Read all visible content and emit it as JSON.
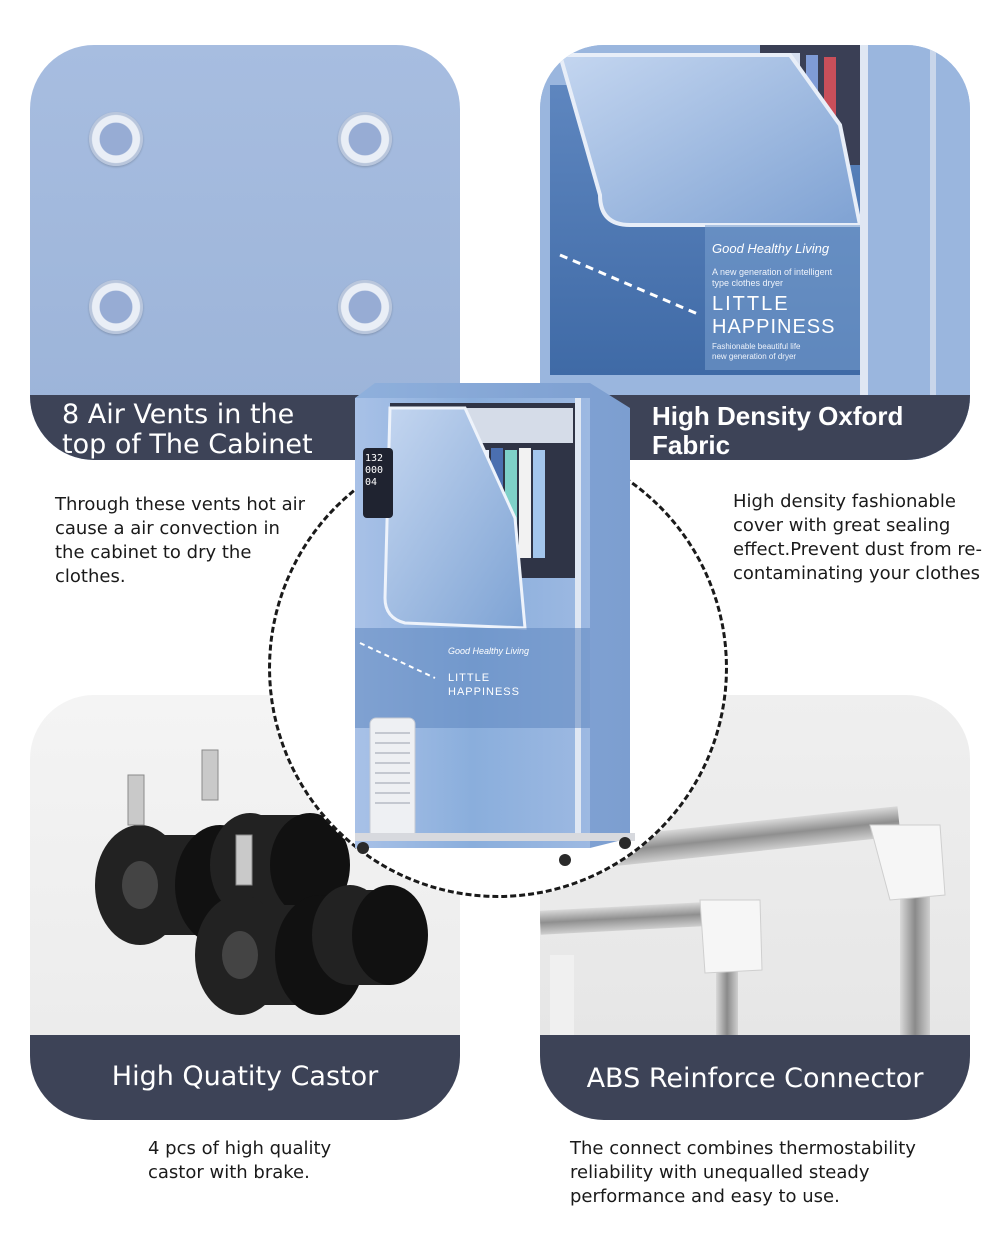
{
  "features": {
    "air_vents": {
      "title_line1": "8 Air Vents in the",
      "title_line2": "top of The Cabinet",
      "description": "Through these vents hot air cause a air convection in the cabinet to dry the clothes."
    },
    "fabric": {
      "title_line1": "High Density Oxford",
      "title_line2": "Fabric",
      "description": "High density fashionable cover with great sealing effect.Prevent dust from re-contaminating your clothes"
    },
    "castor": {
      "title": "High Quatity Castor",
      "description": "4 pcs of high quality castor with brake."
    },
    "connector": {
      "title": "ABS Reinforce Connector",
      "description": "The connect combines thermostability reliability with unequalled steady performance and easy to use."
    }
  },
  "print": {
    "brand": "Good Healthy Living",
    "tagline_1": "A new generation of intelligent",
    "tagline_2": "type clothes dryer",
    "slogan_1": "LITTLE",
    "slogan_2": "HAPPINESS",
    "footer_1": "Fashionable beautiful life",
    "footer_2": "new generation of dryer"
  },
  "display": {
    "row1": "132",
    "row2": "000",
    "row3": "04"
  },
  "colors": {
    "banner": "#3d4357",
    "panel_blue": "#9bb3d8",
    "dryer_blue": "#8fb0de"
  }
}
